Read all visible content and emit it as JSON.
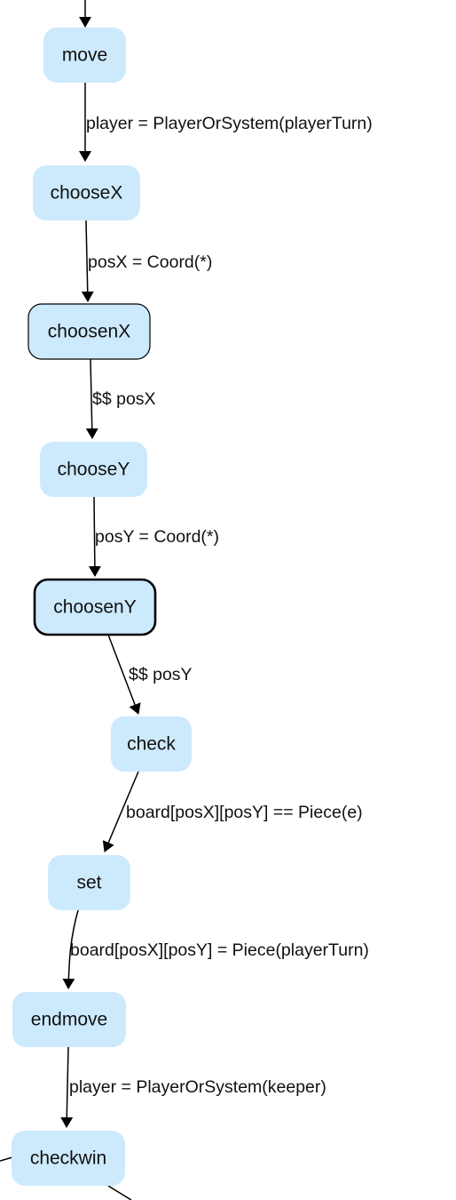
{
  "nodes": [
    {
      "id": "move",
      "label": "move"
    },
    {
      "id": "chooseX",
      "label": "chooseX"
    },
    {
      "id": "choosenX",
      "label": "choosenX"
    },
    {
      "id": "chooseY",
      "label": "chooseY"
    },
    {
      "id": "choosenY",
      "label": "choosenY"
    },
    {
      "id": "check",
      "label": "check"
    },
    {
      "id": "set",
      "label": "set"
    },
    {
      "id": "endmove",
      "label": "endmove"
    },
    {
      "id": "checkwin",
      "label": "checkwin"
    }
  ],
  "edges": [
    {
      "from": "move",
      "to": "chooseX",
      "label": "player = PlayerOrSystem(playerTurn)"
    },
    {
      "from": "chooseX",
      "to": "choosenX",
      "label": "posX = Coord(*)"
    },
    {
      "from": "choosenX",
      "to": "chooseY",
      "label": "$$ posX"
    },
    {
      "from": "chooseY",
      "to": "choosenY",
      "label": "posY = Coord(*)"
    },
    {
      "from": "choosenY",
      "to": "check",
      "label": "$$ posY"
    },
    {
      "from": "check",
      "to": "set",
      "label": "board[posX][posY] == Piece(e)"
    },
    {
      "from": "set",
      "to": "endmove",
      "label": "board[posX][posY] = Piece(playerTurn)"
    },
    {
      "from": "endmove",
      "to": "checkwin",
      "label": "player = PlayerOrSystem(keeper)"
    }
  ],
  "colors": {
    "node_fill": "#cdeafd",
    "edge": "#000000",
    "text": "#111111"
  }
}
